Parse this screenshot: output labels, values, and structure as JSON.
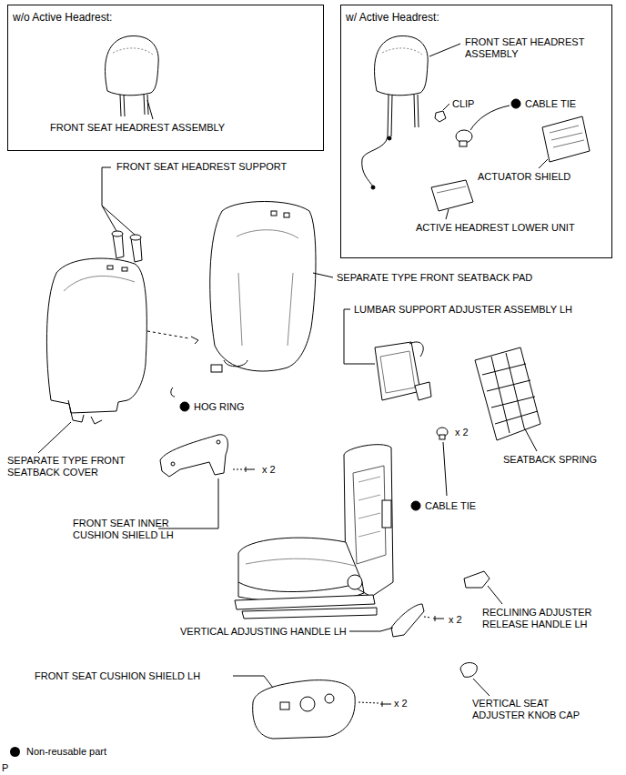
{
  "diagram": {
    "nodes": [
      {
        "text": [
          "w/o Active Headrest:",
          "FRONT SEAT HEADREST ASSEMBLY"
        ]
      },
      {
        "text": [
          "w/ Active Headrest:",
          "FRONT SEAT HEADREST ASSEMBLY",
          "CLIP",
          "CABLE TIE",
          "ACTUATOR SHIELD",
          "ACTIVE HEADREST LOWER UNIT"
        ]
      }
    ],
    "labels": [
      "FRONT SEAT HEADREST SUPPORT",
      "SEPARATE TYPE FRONT SEATBACK PAD",
      "LUMBAR SUPPORT ADJUSTER ASSEMBLY LH",
      "HOG RING",
      "x 2",
      "SEATBACK SPRING",
      "SEPARATE TYPE FRONT SEATBACK COVER",
      "x 2",
      "CABLE TIE",
      "FRONT SEAT INNER CUSHION SHIELD LH",
      "RECLINING ADJUSTER RELEASE HANDLE LH",
      "VERTICAL ADJUSTING HANDLE LH",
      "x 2",
      "FRONT SEAT CUSHION SHIELD LH",
      "x 2",
      "VERTICAL SEAT ADJUSTER KNOB CAP",
      "P"
    ],
    "legend": [
      {
        "text": "Non-reusable part",
        "color": "#000000"
      }
    ]
  }
}
